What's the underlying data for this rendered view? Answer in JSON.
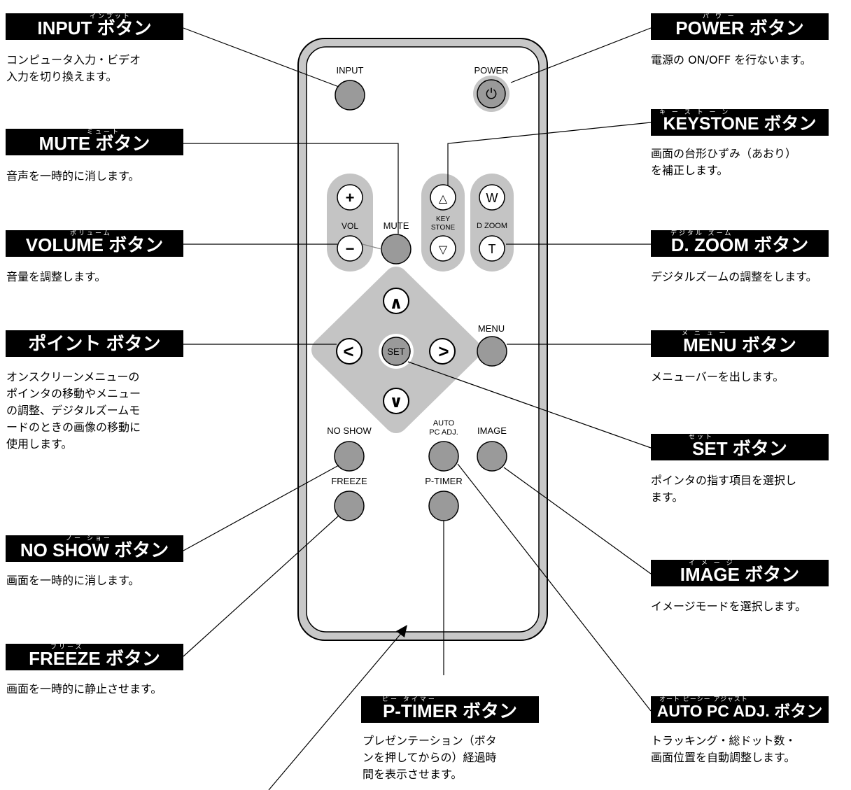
{
  "labels": {
    "input": {
      "ruby": "インプット",
      "title": "INPUT ボタン",
      "desc": "コンピュータ入力・ビデオ\n入力を切り換えます。"
    },
    "mute": {
      "ruby": "ミュート",
      "title": "MUTE ボタン",
      "desc": "音声を一時的に消します。"
    },
    "volume": {
      "ruby": "ボリューム",
      "title": "VOLUME ボタン",
      "desc": "音量を調整します。"
    },
    "point": {
      "ruby": "",
      "title": "ポイント ボタン",
      "desc": "オンスクリーンメニューの\nポインタの移動やメニュー\nの調整、デジタルズームモ\nードのときの画像の移動に\n使用します。"
    },
    "noshow": {
      "ruby": "ノー ショー",
      "title": "NO SHOW ボタン",
      "desc": "画面を一時的に消します。"
    },
    "freeze": {
      "ruby": "フリーズ",
      "title": "FREEZE ボタン",
      "desc": "画面を一時的に静止させます。"
    },
    "ptimer": {
      "ruby": "ピー タイマー",
      "title": "P-TIMER ボタン",
      "desc": "プレゼンテーション（ボタ\nンを押してからの）経過時\n間を表示させます。"
    },
    "power": {
      "ruby": "パ ワ ー",
      "title": "POWER ボタン",
      "desc": "電源の ON/OFF を行ないます。"
    },
    "keystone": {
      "ruby": "キ ー ス ト ー ン",
      "title": "KEYSTONE ボタン",
      "desc": "画面の台形ひずみ（あおり）\nを補正します。"
    },
    "dzoom": {
      "ruby": "デジタル ズーム",
      "title": "D. ZOOM ボタン",
      "desc": "デジタルズームの調整をします。"
    },
    "menu": {
      "ruby": "メ ニ ュ ー",
      "title": "MENU ボタン",
      "desc": "メニューバーを出します。"
    },
    "set": {
      "ruby": "セット",
      "title": "SET ボタン",
      "desc": "ポインタの指す項目を選択し\nます。"
    },
    "image": {
      "ruby": "イ メ ー ジ",
      "title": "IMAGE ボタン",
      "desc": "イメージモードを選択します。"
    },
    "autopc": {
      "ruby": "オート ピーシー アジャスト",
      "title": "AUTO PC ADJ. ボタン",
      "desc": "トラッキング・総ドット数・\n画面位置を自動調整します。"
    }
  },
  "remote": {
    "input": "INPUT",
    "power": "POWER",
    "power_symbol": "⏻",
    "vol_plus": "+",
    "vol": "VOL",
    "vol_minus": "−",
    "mute": "MUTE",
    "key_up": "△",
    "key": "KEY",
    "stone": "STONE",
    "key_down": "▽",
    "zoom_w": "W",
    "dzoom": "D ZOOM",
    "zoom_t": "T",
    "arrow_up": "∧",
    "arrow_down": "∨",
    "arrow_left": "<",
    "arrow_right": ">",
    "set": "SET",
    "menu": "MENU",
    "noshow": "NO SHOW",
    "auto": "AUTO",
    "pcadj": "PC ADJ.",
    "image": "IMAGE",
    "freeze": "FREEZE",
    "ptimer": "P-TIMER"
  },
  "colors": {
    "button_gray": "#9a9a9a",
    "panel_gray": "#c4c4c4",
    "label_bg": "#000000"
  }
}
